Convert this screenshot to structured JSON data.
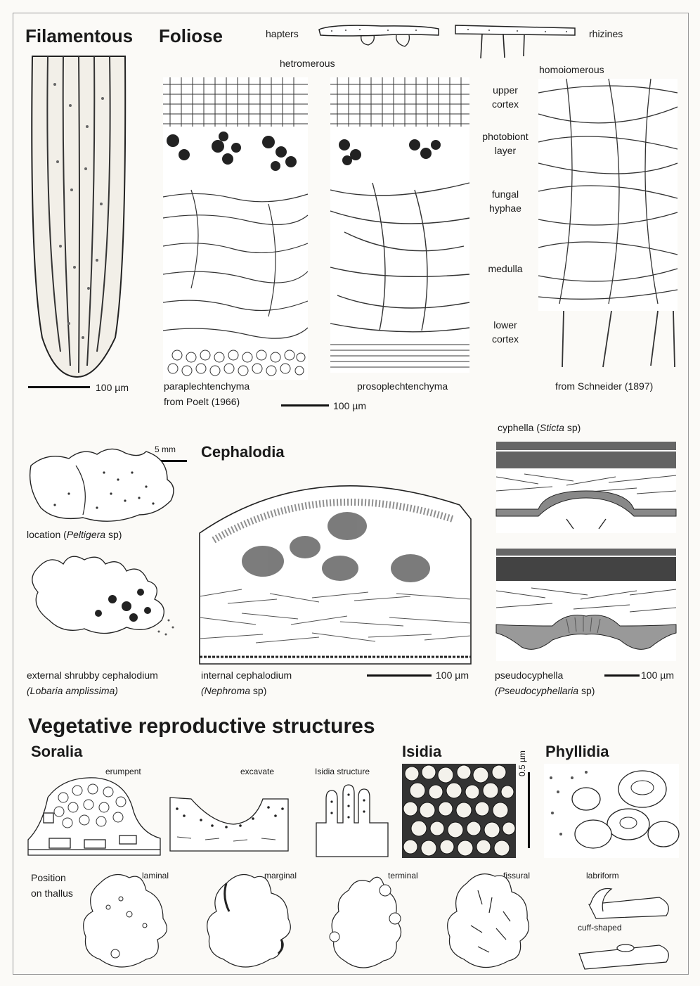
{
  "headings": {
    "filamentous": "Filamentous",
    "foliose": "Foliose",
    "cephalodia": "Cephalodia",
    "vegetative": "Vegetative reproductive structures",
    "soralia": "Soralia",
    "isidia": "Isidia",
    "phyllidia": "Phyllidia"
  },
  "foliose": {
    "hapters": "hapters",
    "rhizines": "rhizines",
    "hetromerous": "hetromerous",
    "homoiomerous": "homoiomerous",
    "layers": [
      {
        "line1": "upper",
        "line2": "cortex"
      },
      {
        "line1": "photobiont",
        "line2": "layer"
      },
      {
        "line1": "fungal",
        "line2": "hyphae"
      },
      {
        "line1": "medulla",
        "line2": ""
      },
      {
        "line1": "lower",
        "line2": "cortex"
      }
    ],
    "para_caption": "paraplechtenchyma",
    "para_source": "from Poelt (1966)",
    "proso_caption": "prosoplechtenchyma",
    "schneider": "from Schneider (1897)"
  },
  "scales": {
    "s100_filament": "100 µm",
    "s100_foliose": "100 µm",
    "s5mm": "5 mm",
    "s100_ceph": "100 µm",
    "s100_pseudo": "100 µm",
    "s05": "0.5 µm"
  },
  "cephalodia": {
    "location": "location (",
    "location_it": "Peltigera",
    "location_end": " sp)",
    "external": "external shrubby cephalodium",
    "external_it": "(Lobaria amplissima)",
    "internal": "internal cephalodium",
    "internal_it": "(Nephroma",
    "internal_end": " sp)",
    "cyphella": "cyphella  (",
    "cyphella_it": "Sticta",
    "cyphella_end": " sp)",
    "pseudo": "pseudocyphella",
    "pseudo_it": "(Pseudocyphellaria",
    "pseudo_end": " sp)"
  },
  "vegetative": {
    "erumpent": "erumpent",
    "excavate": "excavate",
    "isidia_structure": "Isidia structure",
    "position": "Position",
    "on_thallus": "on thallus",
    "laminal": "laminal",
    "marginal": "marginal",
    "terminal": "terminal",
    "fissural": "fissural",
    "labriform": "labriform",
    "cuff": "cuff-shaped"
  }
}
